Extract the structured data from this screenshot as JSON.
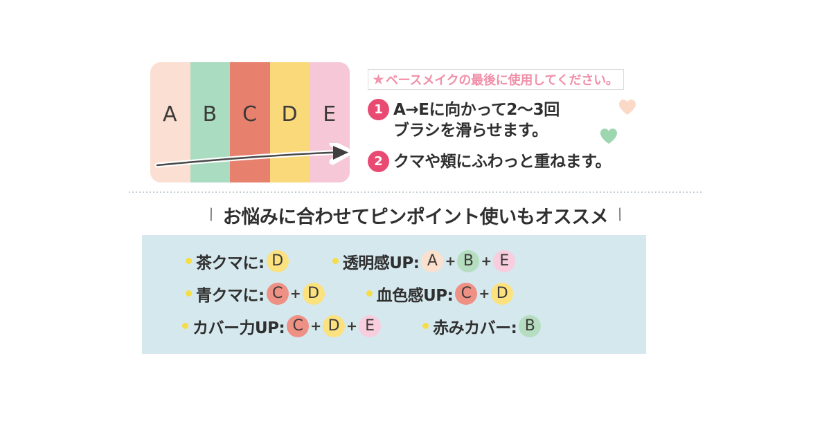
{
  "swatch": {
    "bands": [
      {
        "letter": "A",
        "color": "#fadfd2"
      },
      {
        "letter": "B",
        "color": "#a9dcc0"
      },
      {
        "letter": "C",
        "color": "#e8806e"
      },
      {
        "letter": "D",
        "color": "#fad97a"
      },
      {
        "letter": "E",
        "color": "#f6c7d7"
      }
    ],
    "arrow_direction": "left-to-right"
  },
  "note": {
    "star": "★",
    "text": "ベースメイクの最後に使用してください。",
    "text_color": "#f08fa8"
  },
  "steps": [
    {
      "number": "1",
      "text": "A→Eに向かって2〜3回\nブラシを滑らせます。"
    },
    {
      "number": "2",
      "text": "クマや頬にふわっと重ねます。"
    }
  ],
  "hearts": [
    {
      "name": "peach-heart",
      "color": "#fad9c6"
    },
    {
      "name": "green-heart",
      "color": "#9ed6b0"
    }
  ],
  "subheading": {
    "slash_left": "\\",
    "text": "お悩みに合わせてピンポイント使いもオススメ",
    "slash_right": "/"
  },
  "tips": {
    "panel_color": "#d5e8ee",
    "bullet_color": "#f6dd47",
    "rows": [
      [
        {
          "label": "茶クマに:",
          "codes": [
            {
              "letter": "D",
              "color": "#fbe27f"
            }
          ]
        },
        {
          "label": "透明感UP:",
          "codes": [
            {
              "letter": "A",
              "color": "#fbe0ce"
            },
            {
              "letter": "B",
              "color": "#b5ddbf"
            },
            {
              "letter": "E",
              "color": "#f8cede"
            }
          ]
        }
      ],
      [
        {
          "label": "青クマに:",
          "codes": [
            {
              "letter": "C",
              "color": "#ef9085"
            },
            {
              "letter": "D",
              "color": "#fbe27f"
            }
          ]
        },
        {
          "label": "血色感UP:",
          "codes": [
            {
              "letter": "C",
              "color": "#ef9085"
            },
            {
              "letter": "D",
              "color": "#fbe27f"
            }
          ]
        }
      ],
      [
        {
          "label": "カバー力UP:",
          "codes": [
            {
              "letter": "C",
              "color": "#ef9085"
            },
            {
              "letter": "D",
              "color": "#fbe27f"
            },
            {
              "letter": "E",
              "color": "#f8cede"
            }
          ]
        },
        {
          "label": "赤みカバー:",
          "codes": [
            {
              "letter": "B",
              "color": "#b5ddbf"
            }
          ]
        }
      ]
    ]
  }
}
